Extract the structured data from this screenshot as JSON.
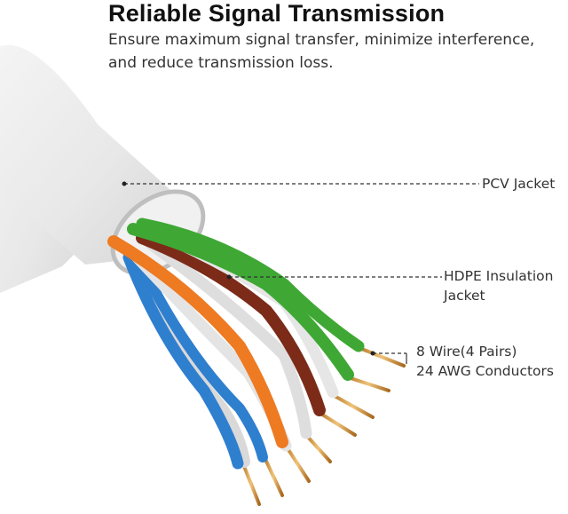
{
  "header": {
    "title": "Reliable Signal Transmission",
    "subtitle_line1": "Ensure maximum signal transfer, minimize interference,",
    "subtitle_line2": "and reduce transmission loss."
  },
  "callouts": {
    "jacket": "PCV Jacket",
    "insulation_line1": "HDPE Insulation",
    "insulation_line2": "Jacket",
    "wire_line1": "8 Wire(4 Pairs)",
    "wire_line2": "24 AWG Conductors"
  },
  "colors": {
    "cable_jacket": "#e9e9e9",
    "green": "#3fa835",
    "orange": "#ee7a22",
    "blue": "#2f7fcf",
    "brown": "#7b2b18",
    "copper": "#d9a24a"
  }
}
